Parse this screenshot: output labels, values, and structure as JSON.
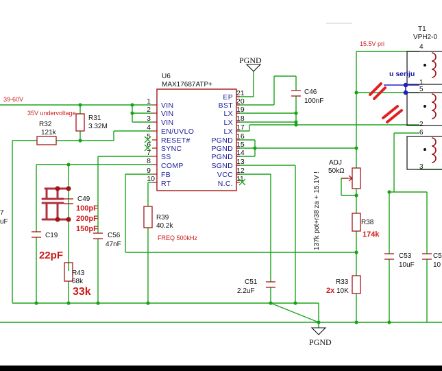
{
  "ic": {
    "ref": "U6",
    "part": "MAX17687ATP+",
    "left_pins": [
      {
        "num": "1",
        "name": "VIN"
      },
      {
        "num": "2",
        "name": "VIN"
      },
      {
        "num": "3",
        "name": "VIN"
      },
      {
        "num": "4",
        "name": "EN/UVLO"
      },
      {
        "num": "5",
        "name": "RESET#"
      },
      {
        "num": "6",
        "name": "SYNC"
      },
      {
        "num": "7",
        "name": "SS"
      },
      {
        "num": "8",
        "name": "COMP"
      },
      {
        "num": "9",
        "name": "FB"
      },
      {
        "num": "10",
        "name": "RT"
      }
    ],
    "right_pins": [
      {
        "num": "21",
        "name": "EP"
      },
      {
        "num": "20",
        "name": "BST"
      },
      {
        "num": "19",
        "name": "LX"
      },
      {
        "num": "18",
        "name": "LX"
      },
      {
        "num": "17",
        "name": "LX"
      },
      {
        "num": "16",
        "name": "PGND"
      },
      {
        "num": "15",
        "name": "PGND"
      },
      {
        "num": "14",
        "name": "PGND"
      },
      {
        "num": "13",
        "name": "SGND"
      },
      {
        "num": "12",
        "name": "VCC"
      },
      {
        "num": "11",
        "name": "N.C."
      }
    ]
  },
  "net_labels": {
    "input": "39-60V",
    "undervoltage": "35V undervoltage",
    "pgnd_top": "PGND",
    "pgnd_bottom": "PGND",
    "pri": "15.5V pri",
    "freq": "FREQ 500kHz"
  },
  "components": {
    "r31": {
      "ref": "R31",
      "value": "3.32M"
    },
    "r32": {
      "ref": "R32",
      "value": "121k"
    },
    "c46": {
      "ref": "C46",
      "value": "100nF"
    },
    "c49": {
      "ref": "C49",
      "opts": [
        "100pF",
        "200pF",
        "150pF"
      ]
    },
    "c19": {
      "ref": "C19"
    },
    "c56": {
      "ref": "C56",
      "value": "47nF"
    },
    "r39": {
      "ref": "R39",
      "value": "40.2k"
    },
    "r43": {
      "ref": "R43",
      "value": "68k"
    },
    "c51": {
      "ref": "C51",
      "value": "2.2uF"
    },
    "adj": {
      "ref": "ADJ",
      "value": "50kΩ"
    },
    "r38": {
      "ref": "R38",
      "note": "174k"
    },
    "r33": {
      "ref": "R33",
      "value": "10K",
      "note": "2x"
    },
    "c53": {
      "ref": "C53",
      "value": "10uF"
    },
    "c5x": {
      "ref": "C5",
      "value": "10"
    },
    "t1": {
      "ref": "T1",
      "part": "VPH2-0"
    },
    "edge_ref": "7",
    "edge_val": "uF"
  },
  "annotations": {
    "c19_value": "22pF",
    "r43_value": "33k",
    "series": "u seriju",
    "vertical_note": "137k pot+r38 za + 15.1V !"
  },
  "transformer_pins": [
    "4",
    "1",
    "5",
    "2",
    "6",
    "3"
  ]
}
